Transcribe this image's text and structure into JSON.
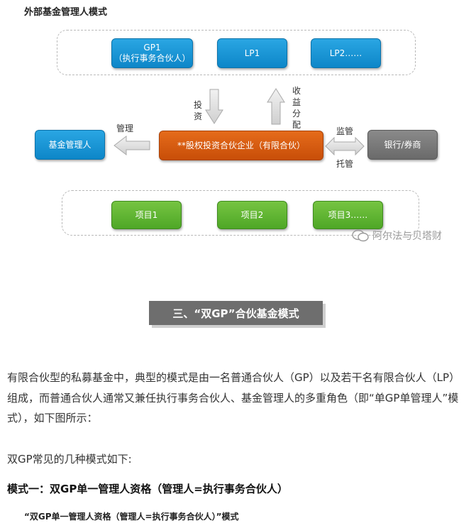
{
  "diagram": {
    "title": "外部基金管理人模式",
    "top_row": {
      "gp1": "GP1\n（执行事务合伙人）",
      "lp1": "LP1",
      "lp2": "LP2……"
    },
    "arrow_invest": "投资",
    "arrow_return": "收益分配",
    "center": "**股权投资合伙企业（有限合伙）",
    "left_box": "基金管理人",
    "left_arrow_label": "管理",
    "right_box": "银行/券商",
    "right_label_top": "监管",
    "right_label_bottom": "托管",
    "bottom_row": {
      "p1": "项目1",
      "p2": "项目2",
      "p3": "项目3……"
    },
    "watermark": "阿尔法与贝塔财"
  },
  "section": {
    "banner": "三、“双GP”合伙基金模式"
  },
  "article": {
    "paragraph": "有限合伙型的私募基金中，典型的模式是由一名普通合伙人（GP）以及若干名有限合伙人（LP）组成，而普通合伙人通常又兼任执行事务合伙人、基金管理人的多重角色（即“单GP单管理人”模式），如下图所示：",
    "paragraph2": "双GP常见的几种模式如下:",
    "heading": "模式一：双GP单一管理人资格（管理人=执行事务合伙人）",
    "caption": "“双GP单一管理人资格（管理人=执行事务合伙人）”模式"
  },
  "colors": {
    "blue": "#1a96d6",
    "green": "#5db32f",
    "orange": "#d85a10",
    "gray": "#7a7a7a"
  }
}
